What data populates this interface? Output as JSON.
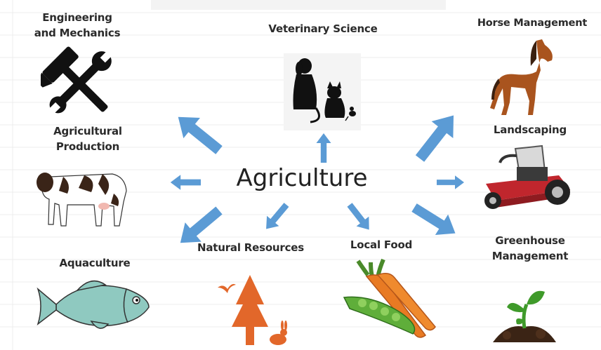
{
  "center": {
    "label": "Agriculture"
  },
  "topics": {
    "engineering": {
      "label_line1": "Engineering",
      "label_line2": "and Mechanics",
      "icon": "tools-icon"
    },
    "veterinary": {
      "label": "Veterinary Science",
      "icon": "pets-icon"
    },
    "horse": {
      "label": "Horse Management",
      "icon": "horse-icon"
    },
    "agricultural_production": {
      "label_line1": "Agricultural",
      "label_line2": "Production",
      "icon": "cow-icon"
    },
    "landscaping": {
      "label": "Landscaping",
      "icon": "lawn-mower-icon"
    },
    "aquaculture": {
      "label": "Aquaculture",
      "icon": "fish-icon"
    },
    "natural_resources": {
      "label": "Natural Resources",
      "icon": "tree-icon"
    },
    "local_food": {
      "label": "Local Food",
      "icon": "vegetables-icon"
    },
    "greenhouse": {
      "label_line1": "Greenhouse",
      "label_line2": "Management",
      "icon": "seedling-icon"
    }
  },
  "colors": {
    "arrow": "#5b9bd5",
    "label_text": "#2b2b2b",
    "tree": "#e2672a",
    "fish": "#8fc9c0",
    "mower": "#c0262d"
  }
}
